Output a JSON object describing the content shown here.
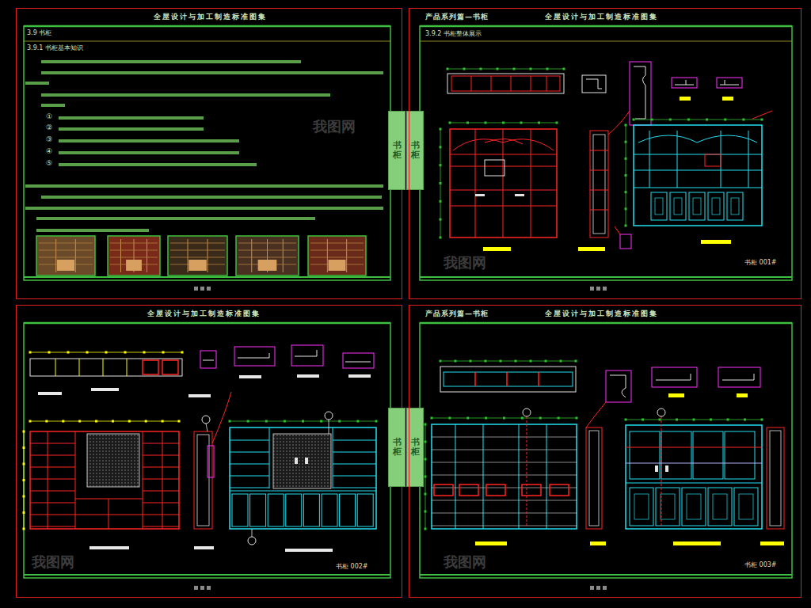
{
  "diagram": {
    "nodes": [
      {
        "text": [
          "全屋设计与加工制造标准图集"
        ]
      },
      {
        "text": [
          "书柜"
        ]
      },
      {
        "text": [
          "书柜"
        ]
      },
      {
        "text": [
          "产品系列篇—书柜",
          "全屋设计与加工制造标准图集"
        ]
      },
      {
        "text": [
          "全屋设计与加工制造标准图集"
        ]
      },
      {
        "text": [
          "书柜"
        ]
      },
      {
        "text": [
          "书柜"
        ]
      },
      {
        "text": [
          "产品系列篇—书柜",
          "全屋设计与加工制造标准图集"
        ]
      }
    ],
    "labels": [
      "3.9 书柜",
      "3.9.1 书柜基本知识",
      "①",
      "②",
      "③",
      "④",
      "⑤",
      "3.9.2 书柜整体展示",
      "书柜 001#",
      "书柜 002#",
      "书柜 003#",
      "我图网",
      "我图网",
      "我图网",
      "我图网"
    ]
  }
}
